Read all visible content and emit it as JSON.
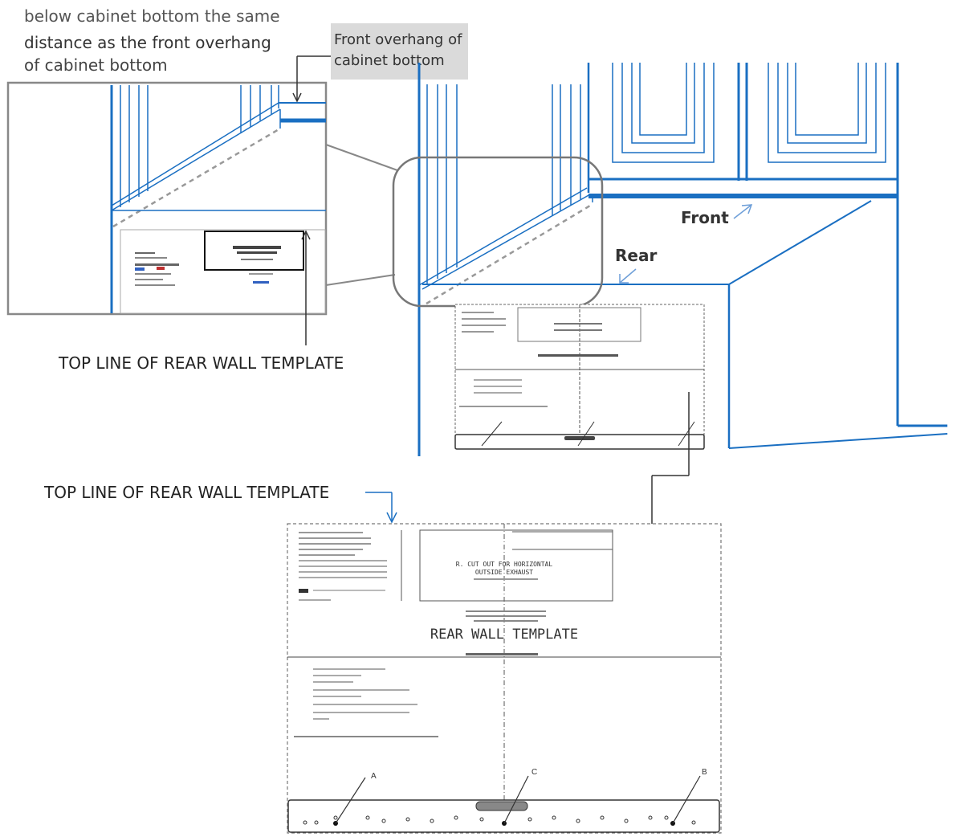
{
  "intro": {
    "line1": "below cabinet bottom the same",
    "line2": "distance as the front overhang",
    "line3": "of cabinet bottom"
  },
  "callout": {
    "line1": "Front overhang of",
    "line2": "cabinet bottom"
  },
  "labels": {
    "top_line_1": "TOP LINE OF REAR WALL TEMPLATE",
    "top_line_2": "TOP LINE OF REAR WALL TEMPLATE",
    "front": "Front",
    "rear": "Rear"
  },
  "template": {
    "title": "REAR WALL TEMPLATE",
    "cutout_line1": "R. CUT OUT FOR HORIZONTAL",
    "cutout_line2": "OUTSIDE EXHAUST",
    "point_a": "A",
    "point_b": "B",
    "point_c": "C"
  },
  "colors": {
    "blue": "#1a6fc2",
    "gray_text": "#555555",
    "callout_bg": "#dadada"
  }
}
